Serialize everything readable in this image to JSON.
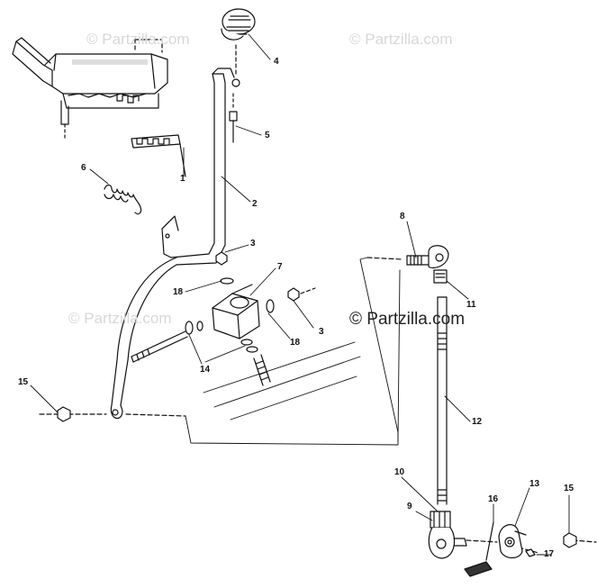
{
  "watermarks": {
    "top_left": "© Partzilla.com",
    "top_right": "© Partzilla.com",
    "mid_left": "© Partzilla.com",
    "main": "© Partzilla.com"
  },
  "callouts": {
    "c1": "1",
    "c2": "2",
    "c3a": "3",
    "c3b": "3",
    "c4": "4",
    "c5": "5",
    "c6": "6",
    "c7": "7",
    "c8": "8",
    "c9": "9",
    "c10": "10",
    "c11": "11",
    "c12": "12",
    "c13": "13",
    "c14": "14",
    "c15a": "15",
    "c15b": "15",
    "c16": "16",
    "c17": "17",
    "c18a": "18",
    "c18b": "18"
  },
  "colors": {
    "line": "#111111",
    "watermark_light": "#d8d8d8",
    "watermark_dark": "#222222"
  }
}
